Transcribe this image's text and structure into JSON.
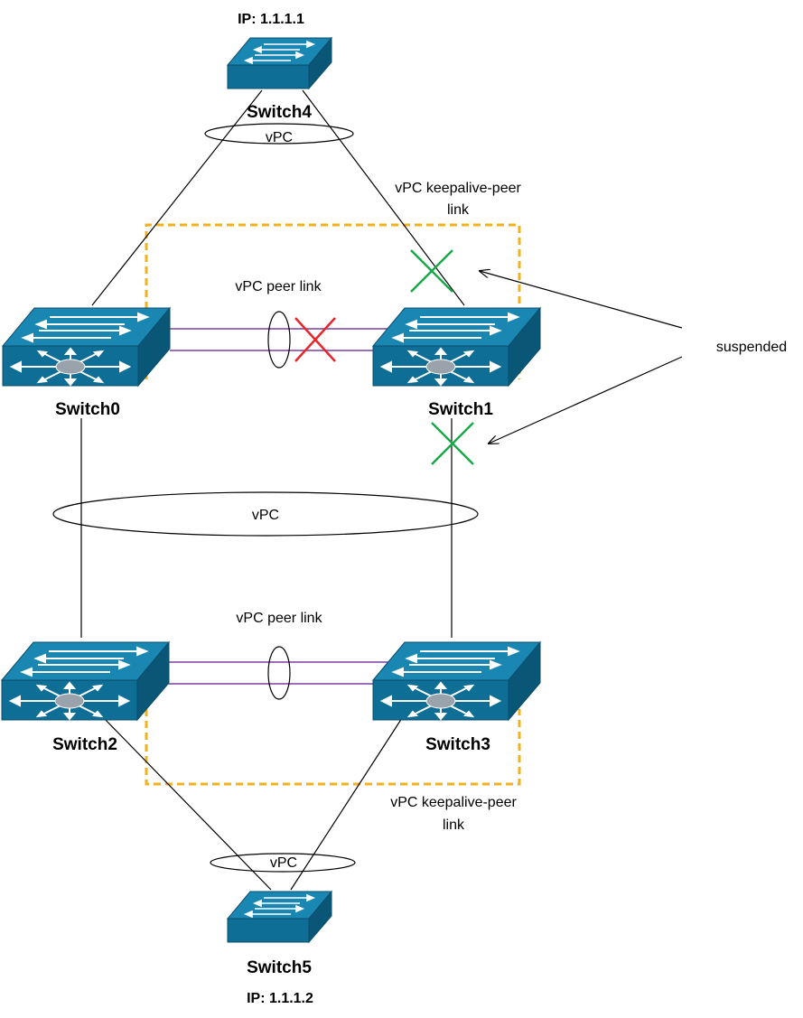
{
  "switches": {
    "switch4": {
      "name": "Switch4",
      "ip": "IP: 1.1.1.1"
    },
    "switch0": {
      "name": "Switch0"
    },
    "switch1": {
      "name": "Switch1"
    },
    "switch2": {
      "name": "Switch2"
    },
    "switch3": {
      "name": "Switch3"
    },
    "switch5": {
      "name": "Switch5",
      "ip": "IP: 1.1.1.2"
    }
  },
  "labels": {
    "vpc_top": "vPC",
    "vpc_middle": "vPC",
    "vpc_bottom": "vPC",
    "peer_link_top": "vPC peer link",
    "peer_link_bottom": "vPC peer link",
    "keepalive_top_line1": "vPC keepalive-peer",
    "keepalive_top_line2": "link",
    "keepalive_bottom_line1": "vPC keepalive-peer",
    "keepalive_bottom_line2": "link",
    "suspended": "suspended"
  },
  "colors": {
    "switch_body": "#0f6e96",
    "switch_top": "#1a87b3",
    "switch_side": "#0a5677",
    "peer_link": "#7a3fa0",
    "keepalive_box": "#f2b11e",
    "failed_x": "#e8262b",
    "suspended_x": "#1aa84a"
  }
}
